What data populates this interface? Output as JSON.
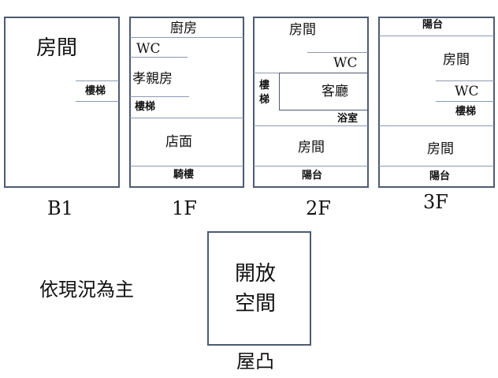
{
  "floors": {
    "b1": {
      "label": "B1",
      "room": "房間",
      "stairs": "樓梯"
    },
    "f1": {
      "label": "1F",
      "kitchen": "廚房",
      "wc": "WC",
      "elder_room": "孝親房",
      "stairs": "樓梯",
      "shop": "店面",
      "arcade": "騎樓"
    },
    "f2": {
      "label": "2F",
      "room_top": "房間",
      "wc": "WC",
      "stairs": "樓梯",
      "living": "客廳",
      "bath": "浴室",
      "room_bottom": "房間",
      "balcony": "陽台"
    },
    "f3": {
      "label": "3F",
      "balcony_top": "陽台",
      "room_top": "房間",
      "wc": "WC",
      "stairs": "樓梯",
      "room_bottom": "房間",
      "balcony_bottom": "陽台"
    },
    "roof": {
      "label": "屋凸",
      "space_line1": "開放",
      "space_line2": "空間"
    }
  },
  "note": "依現況為主"
}
